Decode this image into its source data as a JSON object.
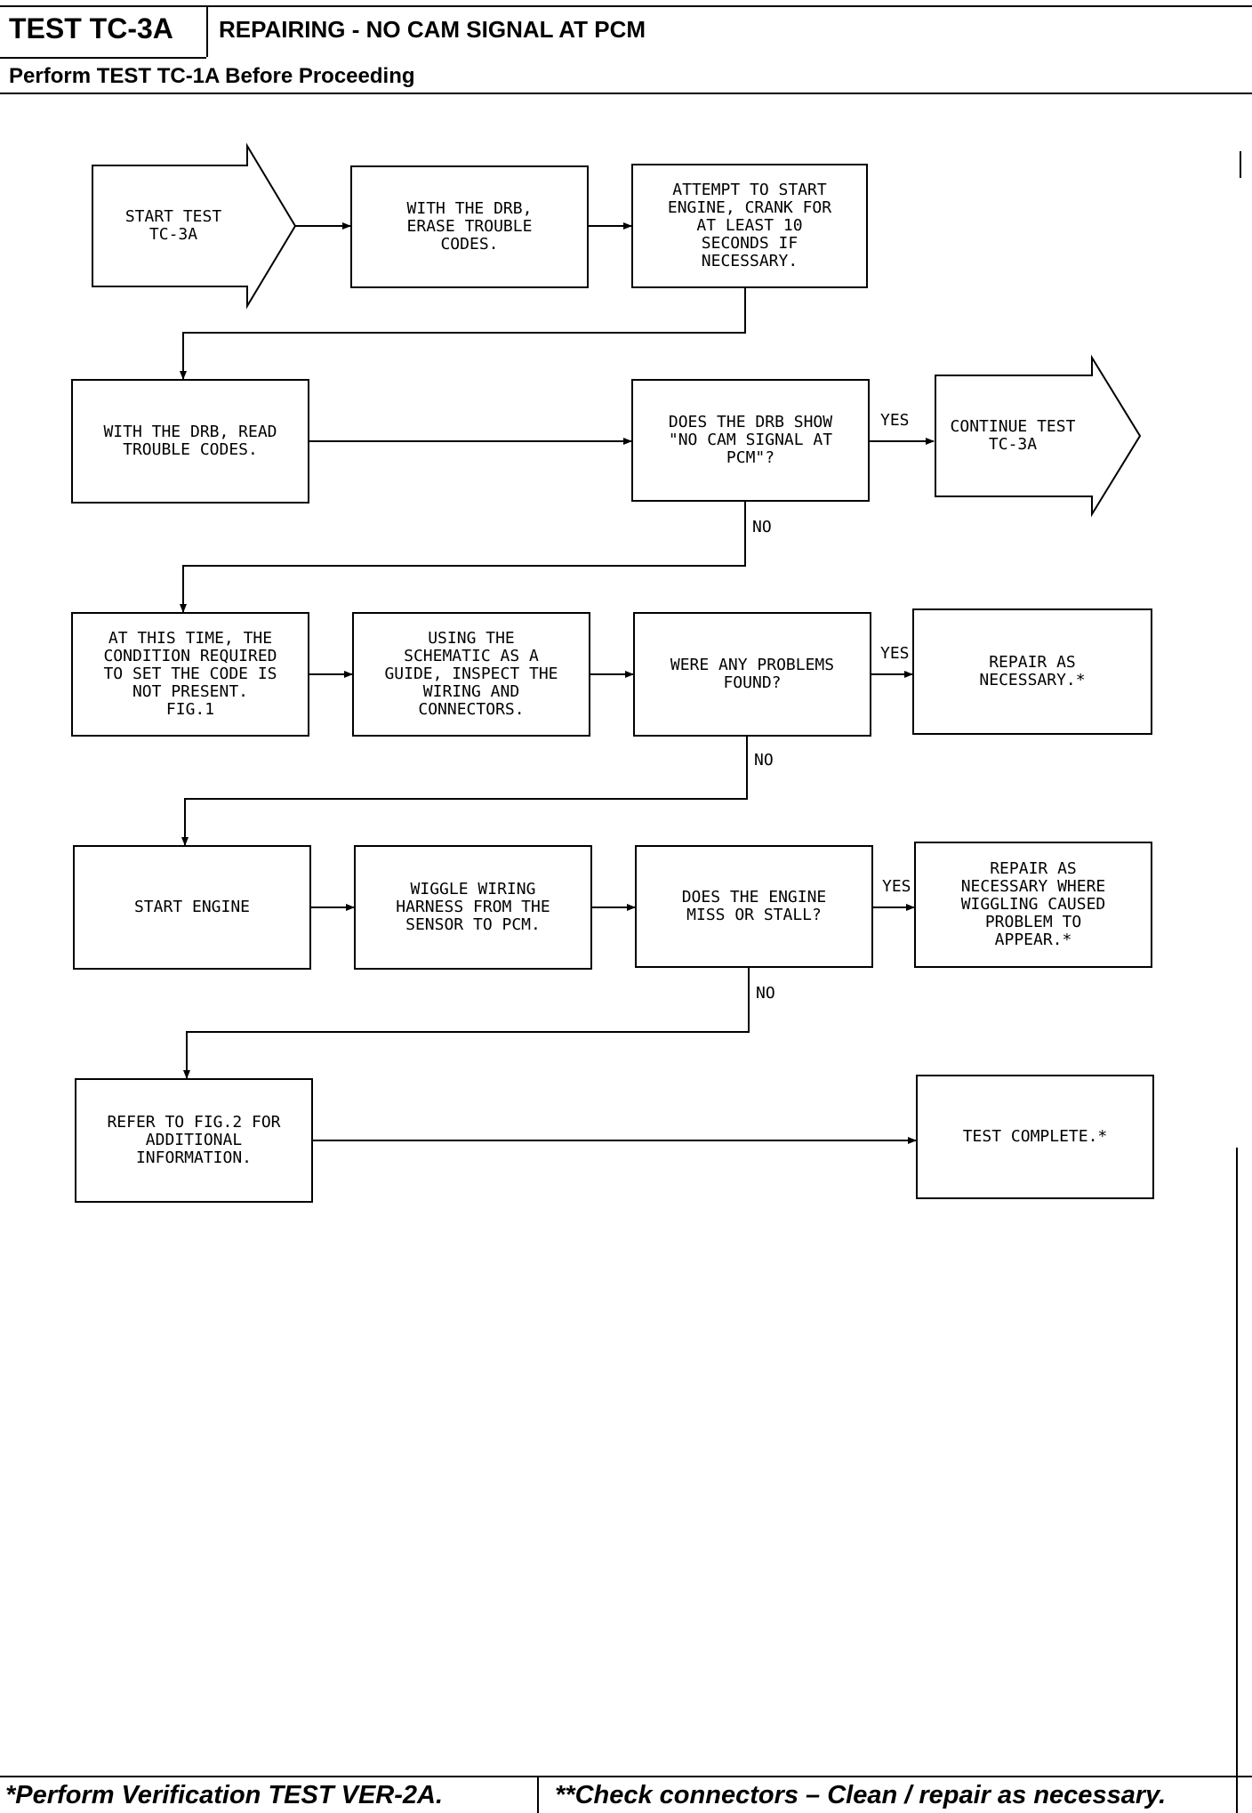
{
  "header": {
    "test_code": "TEST TC-3A",
    "title": "REPAIRING - NO CAM SIGNAL AT PCM",
    "subtitle": "Perform TEST TC-1A Before Proceeding"
  },
  "flowchart": {
    "start_test": "START TEST\nTC-3A",
    "erase_codes": "WITH THE DRB,\nERASE TROUBLE\nCODES.",
    "attempt_start": "ATTEMPT TO START\nENGINE, CRANK FOR\nAT LEAST 10\nSECONDS IF\nNECESSARY.",
    "read_codes": "WITH THE DRB, READ\nTROUBLE CODES.",
    "drb_question": "DOES THE DRB SHOW\n\"NO CAM SIGNAL AT\nPCM\"?",
    "continue_test": "CONTINUE TEST\nTC-3A",
    "condition_not_present": "AT THIS TIME, THE\nCONDITION REQUIRED\nTO SET THE CODE IS\nNOT PRESENT.\nFIG.1",
    "inspect_wiring": "USING THE\nSCHEMATIC AS A\nGUIDE, INSPECT THE\nWIRING AND\nCONNECTORS.",
    "problems_question": "WERE ANY PROBLEMS\nFOUND?",
    "repair_necessary": "REPAIR AS\nNECESSARY.*",
    "start_engine": "START ENGINE",
    "wiggle_wiring": "WIGGLE WIRING\nHARNESS FROM THE\nSENSOR TO PCM.",
    "miss_question": "DOES THE ENGINE\nMISS OR STALL?",
    "repair_wiggling": "REPAIR AS\nNECESSARY WHERE\nWIGGLING CAUSED\nPROBLEM TO\nAPPEAR.*",
    "refer_fig2": "REFER TO FIG.2 FOR\nADDITIONAL\nINFORMATION.",
    "test_complete": "TEST COMPLETE.*",
    "yes_label": "YES",
    "no_label": "NO"
  },
  "footer": {
    "left_note": "*Perform Verification TEST VER-2A.",
    "right_note": "**Check connectors – Clean / repair as necessary."
  }
}
